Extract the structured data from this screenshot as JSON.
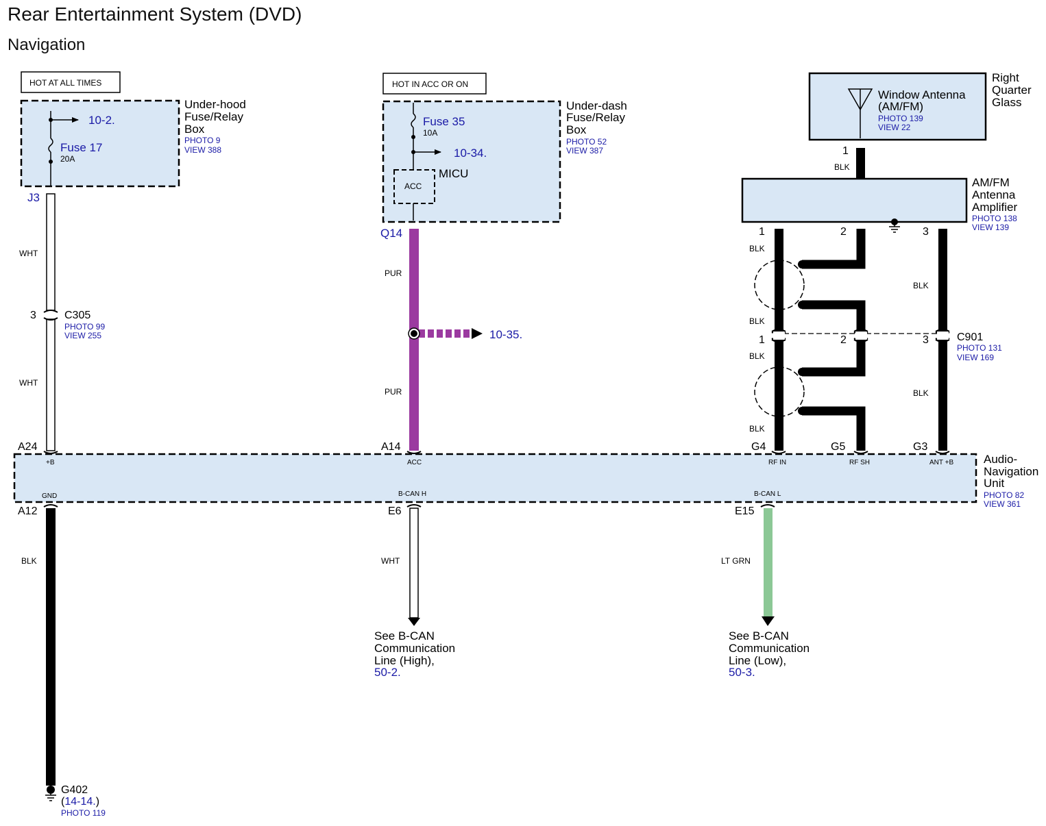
{
  "colors": {
    "box_fill": "#d9e7f5",
    "wire_pur": "#9b3aa0",
    "wire_ltgrn": "#8cc896",
    "wire_blk": "#000000",
    "wire_wht": "#ffffff",
    "link": "#1a1aa6"
  },
  "title": "Rear Entertainment System (DVD)",
  "subtitle": "Navigation",
  "hot_labels": {
    "all_times": "HOT AT ALL TIMES",
    "acc_on": "HOT IN ACC OR ON"
  },
  "underhood": {
    "name_1": "Under-hood",
    "name_2": "Fuse/Relay",
    "name_3": "Box",
    "photo": "PHOTO 9",
    "view": "VIEW 388",
    "fuse_name": "Fuse 17",
    "fuse_rating": "20A",
    "branch_ref": "10-2.",
    "pin": "J3"
  },
  "underdash": {
    "name_1": "Under-dash",
    "name_2": "Fuse/Relay",
    "name_3": "Box",
    "photo": "PHOTO 52",
    "view": "VIEW 387",
    "fuse_name": "Fuse 35",
    "fuse_rating": "10A",
    "branch_ref": "10-34.",
    "micu": "MICU",
    "acc": "ACC",
    "pin": "Q14"
  },
  "antenna": {
    "name_1": "Window Antenna",
    "name_2": "(AM/FM)",
    "photo": "PHOTO 139",
    "view": "VIEW 22",
    "loc_1": "Right",
    "loc_2": "Quarter",
    "loc_3": "Glass",
    "pin": "1",
    "wire": "BLK"
  },
  "amplifier": {
    "name_1": "AM/FM",
    "name_2": "Antenna",
    "name_3": "Amplifier",
    "photo": "PHOTO 138",
    "view": "VIEW 139",
    "pins": [
      "1",
      "2",
      "3"
    ]
  },
  "c305": {
    "pin": "3",
    "name": "C305",
    "photo": "PHOTO 99",
    "view": "VIEW 255"
  },
  "c901": {
    "pins": [
      "1",
      "2",
      "3"
    ],
    "name": "C901",
    "photo": "PHOTO 131",
    "view": "VIEW 169"
  },
  "splice_ref": "10-35.",
  "wires": {
    "wht_upper": "WHT",
    "wht_lower": "WHT",
    "pur_upper": "PUR",
    "pur_lower": "PUR",
    "blk_rf_1": "BLK",
    "blk_rf_2": "BLK",
    "blk_rf_3": "BLK",
    "blk_rf_4": "BLK",
    "blk_ant_1": "BLK",
    "blk_ant_2": "BLK",
    "blk_gnd": "BLK",
    "wht_bcan": "WHT",
    "ltgrn_bcan": "LT GRN"
  },
  "audio_unit": {
    "name_1": "Audio-",
    "name_2": "Navigation",
    "name_3": "Unit",
    "photo": "PHOTO 82",
    "view": "VIEW 361",
    "top_pins": [
      "A24",
      "A14",
      "G4",
      "G5",
      "G3"
    ],
    "top_terms": [
      "+B",
      "ACC",
      "RF IN",
      "RF SH",
      "ANT +B"
    ],
    "bottom_pins": [
      "A12",
      "E6",
      "E15"
    ],
    "bottom_terms": [
      "GND",
      "B-CAN H",
      "B-CAN L"
    ]
  },
  "ground": {
    "name": "G402",
    "paren_open": "(",
    "ref": "14-14.",
    "paren_close": ")",
    "photo": "PHOTO 119"
  },
  "bcan_high": {
    "line_1": "See B-CAN",
    "line_2": "Communication",
    "line_3": "Line (High),",
    "ref": "50-2."
  },
  "bcan_low": {
    "line_1": "See B-CAN",
    "line_2": "Communication",
    "line_3": "Line (Low),",
    "ref": "50-3."
  }
}
